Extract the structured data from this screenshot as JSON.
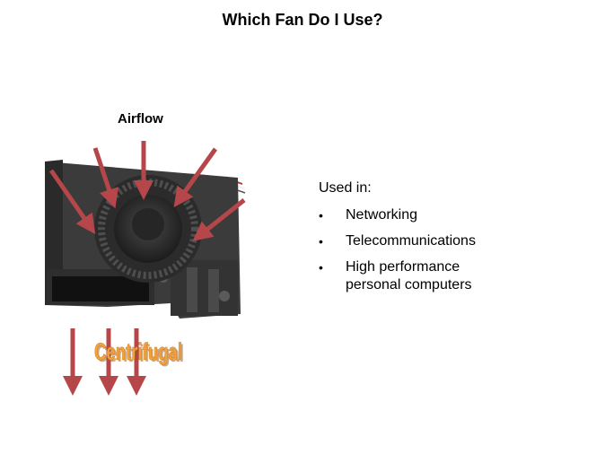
{
  "slide": {
    "title": "Which Fan Do I Use?",
    "airflow_label": "Airflow",
    "centrifugal_label": "Centrifugal",
    "used_in_label": "Used in:",
    "bullets": [
      {
        "text": "Networking"
      },
      {
        "text": "Telecommunications"
      },
      {
        "text": "High performance personal computers"
      }
    ]
  },
  "colors": {
    "arrow": "#b5474a",
    "fan_body": "#3a3a3a",
    "centrifugal_fill": "#f3a23f"
  }
}
